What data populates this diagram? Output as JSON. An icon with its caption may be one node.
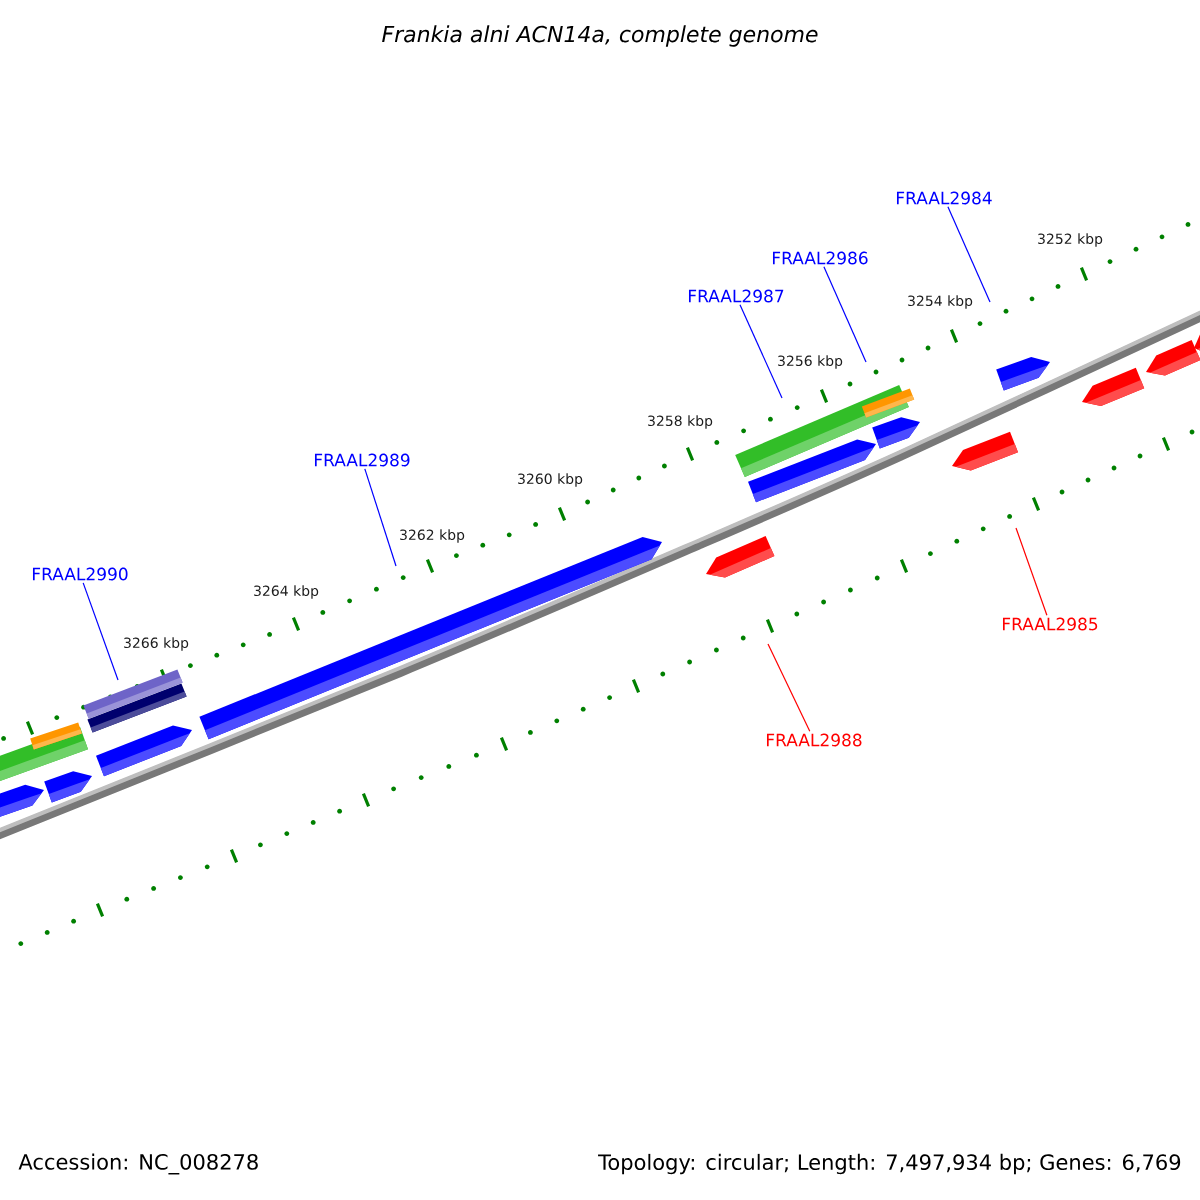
{
  "diagram": {
    "title": "Frankia alni ACN14a, complete genome",
    "nodes": [
      {
        "text": [
          "FRAAL2984"
        ]
      },
      {
        "text": [
          "FRAAL2986"
        ]
      },
      {
        "text": [
          "FRAAL2987"
        ]
      },
      {
        "text": [
          "FRAAL2989"
        ]
      },
      {
        "text": [
          "FRAAL2990"
        ]
      },
      {
        "text": [
          "FRAAL2985"
        ]
      },
      {
        "text": [
          "FRAAL2988"
        ]
      }
    ],
    "edges": [
      {
        "from": 0,
        "to": null,
        "arrow": "none"
      },
      {
        "from": 1,
        "to": null,
        "arrow": "none"
      },
      {
        "from": 2,
        "to": null,
        "arrow": "none"
      },
      {
        "from": 3,
        "to": null,
        "arrow": "none"
      },
      {
        "from": 4,
        "to": null,
        "arrow": "none"
      },
      {
        "from": 5,
        "to": null,
        "arrow": "none",
        "color": "#ff0000"
      },
      {
        "from": 6,
        "to": null,
        "arrow": "none",
        "color": "#ff0000"
      }
    ],
    "labels": [
      "3252 kbp",
      "3254 kbp",
      "3256 kbp",
      "3258 kbp",
      "3260 kbp",
      "3262 kbp",
      "3264 kbp",
      "3266 kbp",
      "Accession: NC_008278",
      "Topology: circular; Length: 7,497,934 bp; Genes: 6,769"
    ]
  }
}
